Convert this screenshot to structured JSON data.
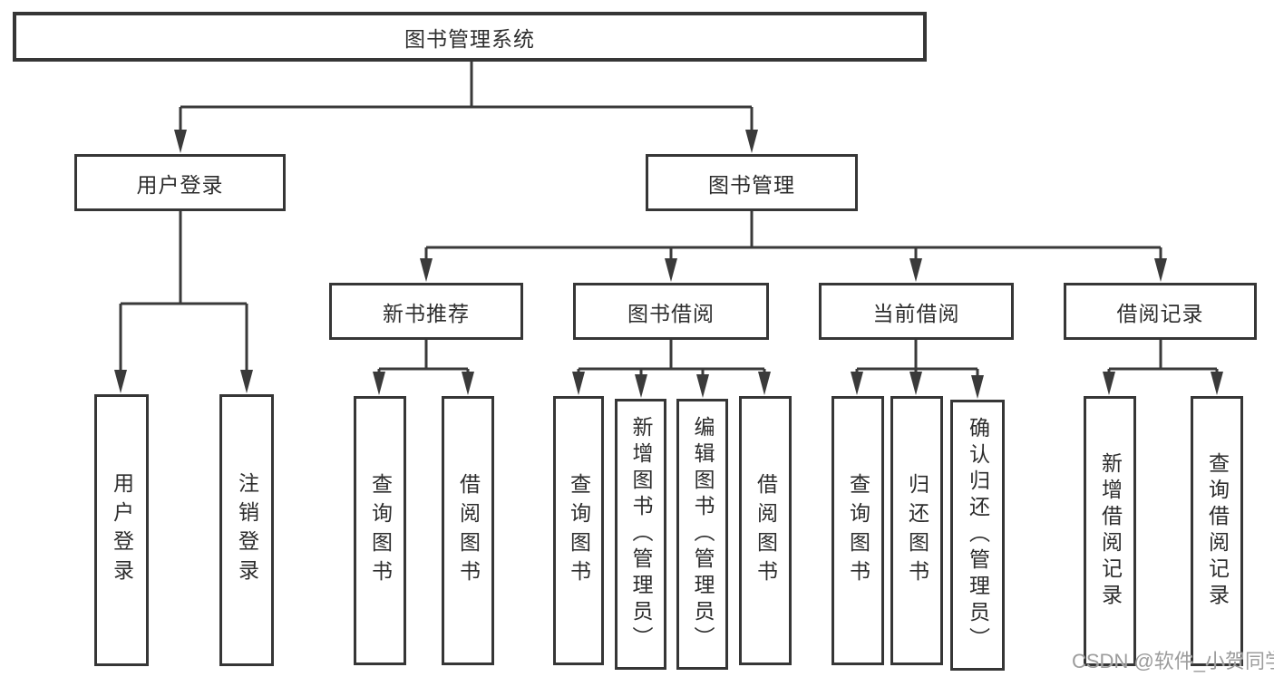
{
  "tree": {
    "root": "图书管理系统",
    "branches": [
      {
        "label": "用户登录",
        "children": [
          "用户登录",
          "注销登录"
        ]
      },
      {
        "label": "图书管理",
        "groups": [
          {
            "label": "新书推荐",
            "children": [
              "查询图书",
              "借阅图书"
            ]
          },
          {
            "label": "图书借阅",
            "children": [
              "查询图书",
              "新增图书（管理员）",
              "编辑图书（管理员）",
              "借阅图书"
            ]
          },
          {
            "label": "当前借阅",
            "children": [
              "查询图书",
              "归还图书",
              "确认归还（管理员）"
            ]
          },
          {
            "label": "借阅记录",
            "children": [
              "新增借阅记录",
              "查询借阅记录"
            ]
          }
        ]
      }
    ]
  },
  "watermark": "CSDN @软件_小贺同学",
  "colors": {
    "line": "#3a3a3a",
    "box_border": "#363636",
    "text": "#2d2d2d",
    "watermark": "#9c9c9c",
    "background": "#ffffff"
  }
}
